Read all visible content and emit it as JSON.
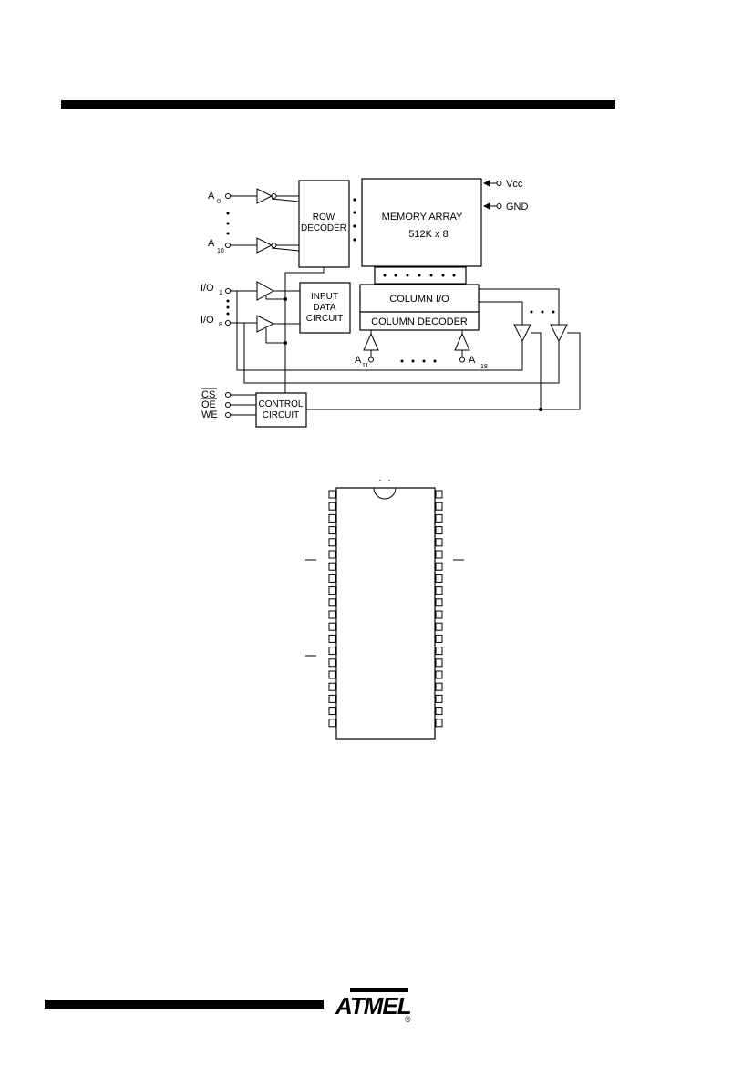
{
  "block_diagram": {
    "inputs": {
      "a0": "A",
      "a0_sub": "0",
      "a10": "A",
      "a10_sub": "10",
      "io1": "I/O",
      "io1_sub": "1",
      "io8": "I/O",
      "io8_sub": "8",
      "cs": "CS",
      "oe": "OE",
      "we": "WE",
      "a11": "A",
      "a11_sub": "11",
      "a18": "A",
      "a18_sub": "18"
    },
    "power": {
      "vcc": "Vcc",
      "gnd": "GND"
    },
    "blocks": {
      "row_decoder_1": "ROW",
      "row_decoder_2": "DECODER",
      "memory_array_1": "MEMORY ARRAY",
      "memory_array_2": "512K x 8",
      "input_data_1": "INPUT",
      "input_data_2": "DATA",
      "input_data_3": "CIRCUIT",
      "column_io": "COLUMN I/O",
      "column_decoder": "COLUMN DECODER",
      "control_1": "CONTROL",
      "control_2": "CIRCUIT"
    }
  },
  "footer": {
    "logo_text": "ATMEL",
    "registered": "®"
  }
}
